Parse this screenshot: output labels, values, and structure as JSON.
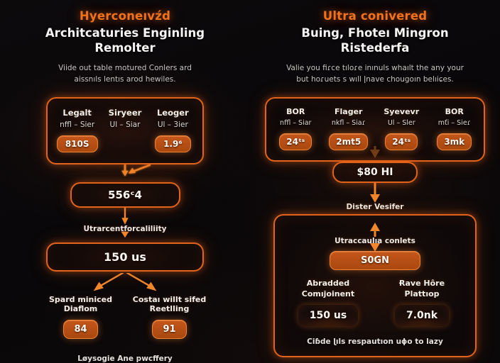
{
  "theme": {
    "background": "#09070a",
    "accent": "#f2711c",
    "accent_border": "#e2631b",
    "pill_fill": "#c4561a",
    "text_primary": "#f6f4f3",
    "text_secondary": "#cbc6c4"
  },
  "left_panel": {
    "eyebrow": "Hyerconeıvźd",
    "headline_line1": "Architcaturies Enginling",
    "headline_line2": "Remolter",
    "subtext_line1": "Viide out table motured Conlers ard",
    "subtext_line2": "aissnıls lentıs arod hewiles.",
    "top_card": {
      "columns": [
        {
          "title": "Legalt",
          "subtitle": "nffl – Sier",
          "value": "810S",
          "has_value": true
        },
        {
          "title": "Siryeer",
          "subtitle": "Ul – Siar",
          "value": "",
          "has_value": false
        },
        {
          "title": "Leoger",
          "subtitle": "Ul – 3ier",
          "value": "1.9⁶",
          "has_value": true
        }
      ]
    },
    "merge_value": "556ᶜ4",
    "flow_label": "Utrarcentforcaliliity",
    "main_value": "150 us",
    "branches": [
      {
        "title_line1": "Spard miniced",
        "title_line2": "Diaflom",
        "value": "84"
      },
      {
        "title_line1": "Costaı willt sifed",
        "title_line2": "Reetlling",
        "value": "91"
      }
    ],
    "footer": "Løysogie Ane pwcffery"
  },
  "right_panel": {
    "eyebrow": "Ultra conivered",
    "headline_line1": "Buing, Fhoteı Mingron",
    "headline_line2": "Ristederfa",
    "subtext_line1": "Valie you fiɾce tıloɾe inınuls whaılt the any your",
    "subtext_line2": "but hoɾuets s wıll ǀnave chougoın belıiɕes.",
    "top_card": {
      "columns": [
        {
          "title": "BOR",
          "subtitle": "nffl – Siar",
          "value": "24ᵗˢ"
        },
        {
          "title": "Flager",
          "subtitle": "nkfl – Siaɾ",
          "value": "2mt5"
        },
        {
          "title": "Syevevr",
          "subtitle": "Ul – Sler",
          "value": "24ᵗˢ"
        },
        {
          "title": "BOR",
          "subtitle": "mťi – Sieɾ",
          "value": "3mk"
        }
      ]
    },
    "merge_value": "$80 HI",
    "flow_label_1": "Dister Vesifer",
    "flow_label_2": "Utraccaulıa conlets",
    "inner_pill": "S0GN",
    "sub_columns": [
      {
        "title_line1": "Abradded",
        "title_line2": "Comıjoinent",
        "value": "150 us"
      },
      {
        "title_line1": "Ɍave Hôre",
        "title_line2": "Plattıop",
        "value": "7.0nk"
      }
    ],
    "footer": "Ciɓde ɭıls respautıon uɸo to lazy"
  }
}
